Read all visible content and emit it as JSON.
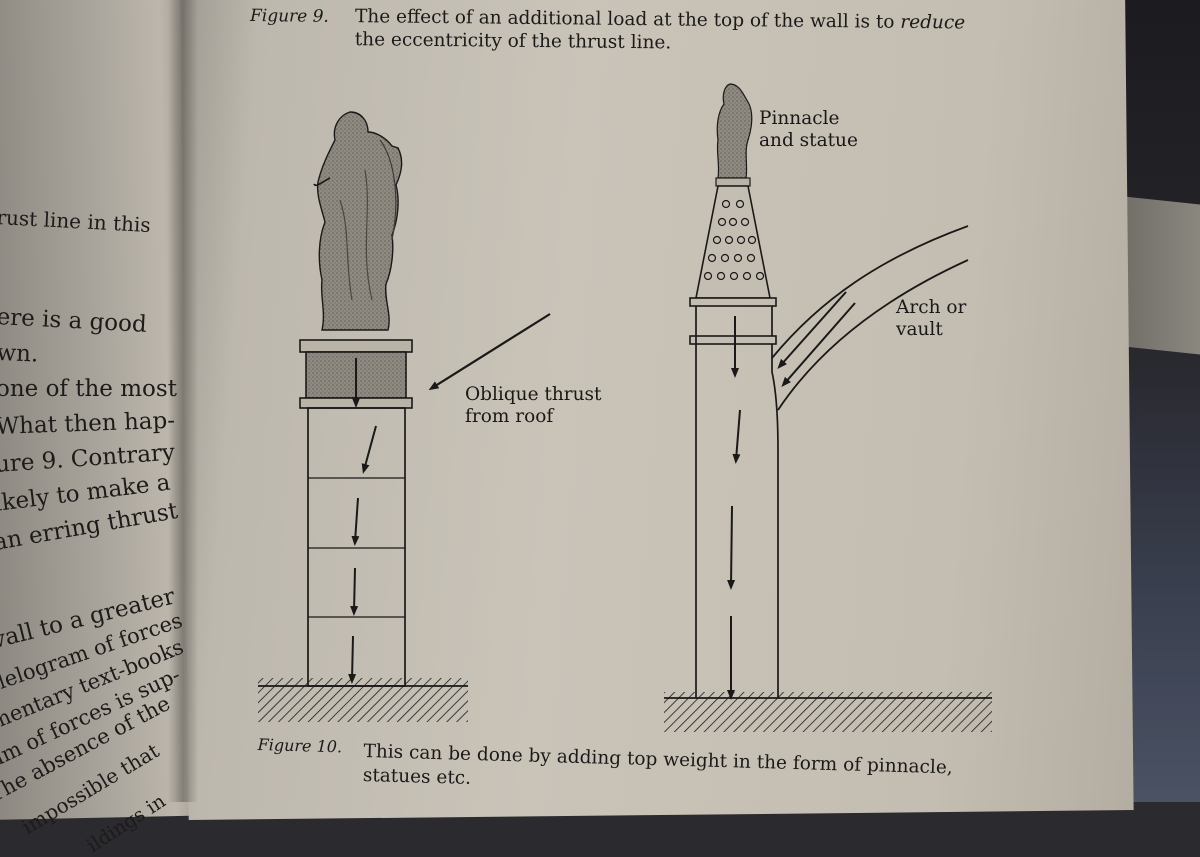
{
  "left_page": {
    "lines": [
      "rust line in this",
      "ere is a good",
      "wn.",
      "one of the most",
      "What then hap-",
      "ure 9. Contrary",
      "ikely to make a",
      "an erring thrust",
      "vall to a greater",
      "llelogram of forces",
      "mentary text-books",
      "am of forces is sup-",
      "The absence of the",
      "impossible that",
      "ildings in"
    ]
  },
  "figure9": {
    "label": "Figure 9.",
    "caption_line1_a": "The effect of an additional load at the top of the wall is to ",
    "caption_line1_em": "reduce",
    "caption_line2": "the eccentricity of the thrust line.",
    "label_oblique_1": "Oblique thrust",
    "label_oblique_2": "from roof"
  },
  "figure10": {
    "label": "Figure 10.",
    "caption_line1": "This can be done by adding top weight in the form of pinnacle,",
    "caption_line2": "statues etc.",
    "label_pinnacle_1": "Pinnacle",
    "label_pinnacle_2": "and statue",
    "label_arch_1": "Arch or",
    "label_arch_2": "vault"
  }
}
